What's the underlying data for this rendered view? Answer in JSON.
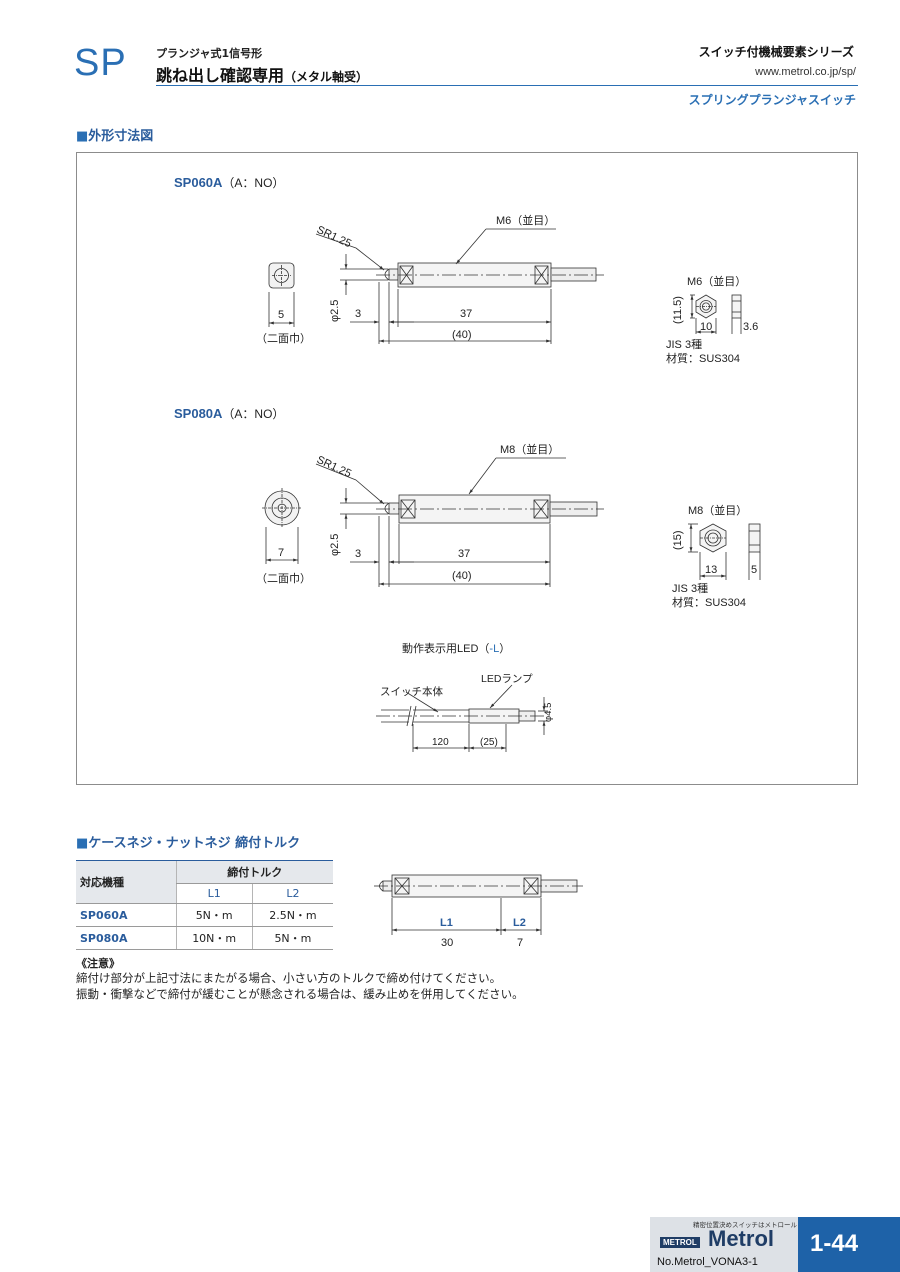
{
  "header": {
    "brand": "SP",
    "sub1": "プランジャ式1信号形",
    "title": "跳ね出し確認専用",
    "title_paren": "（メタル軸受）",
    "series": "スイッチ付機械要素シリーズ",
    "url": "www.metrol.co.jp/sp/",
    "subtitle": "スプリングプランジャスイッチ"
  },
  "section1": {
    "title": "外形寸法図"
  },
  "drawing": {
    "sp060": {
      "model": "SP060A",
      "spec": "（A：NO）",
      "sr": "SR1.25",
      "thread": "M6（並目）",
      "dia": "φ2.5",
      "d3": "3",
      "d37": "37",
      "d40": "(40)",
      "w5": "5",
      "nimen": "（二面巾）",
      "nut_label": "M6（並目）",
      "nut_h": "(11.5)",
      "nut_w": "10",
      "nut_t": "3.6",
      "jis": "JIS 3種",
      "material": "材質：SUS304"
    },
    "sp080": {
      "model": "SP080A",
      "spec": "（A：NO）",
      "sr": "SR1.25",
      "thread": "M8（並目）",
      "dia": "φ2.5",
      "d3": "3",
      "d37": "37",
      "d40": "(40)",
      "w7": "7",
      "nimen": "（二面巾）",
      "nut_label": "M8（並目）",
      "nut_h": "(15)",
      "nut_w": "13",
      "nut_t": "5",
      "jis": "JIS 3種",
      "material": "材質：SUS304"
    },
    "led": {
      "title": "動作表示用LED（",
      "code": "-L",
      "title_end": "）",
      "lamp": "LEDランプ",
      "body": "スイッチ本体",
      "dia": "φ4.5",
      "d120": "120",
      "d25": "(25)"
    }
  },
  "section2": {
    "title": "ケースネジ・ナットネジ 締付トルク"
  },
  "table": {
    "h_model": "対応機種",
    "h_torque": "締付トルク",
    "h_l1": "L1",
    "h_l2": "L2",
    "rows": [
      {
        "model": "SP060A",
        "l1": "5N・m",
        "l2": "2.5N・m"
      },
      {
        "model": "SP080A",
        "l1": "10N・m",
        "l2": "5N・m"
      }
    ]
  },
  "torque_diagram": {
    "l1": "L1",
    "l2": "L2",
    "v30": "30",
    "v7": "7"
  },
  "notes": {
    "title": "《注意》",
    "line1": "締付け部分が上記寸法にまたがる場合、小さい方のトルクで締め付けてください。",
    "line2": "振動・衝撃などで締付が緩むことが懸念される場合は、緩み止めを併用してください。"
  },
  "footer": {
    "tagline": "精密位置決めスイッチはメトロール",
    "badge": "METROL",
    "logo": "Metrol",
    "doc_no": "No.Metrol_VONA3-1",
    "page": "1-44"
  },
  "colors": {
    "accent": "#2a6fb4",
    "dark_blue": "#1f3d66",
    "page_box": "#1e62a8"
  }
}
